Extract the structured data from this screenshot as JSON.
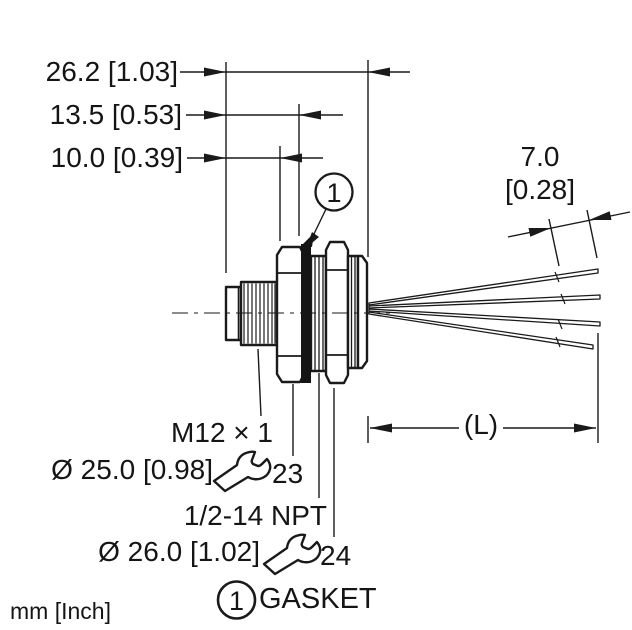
{
  "meta": {
    "background_color": "#ffffff",
    "line_color": "#1a1a1a",
    "units_note": "mm [Inch]"
  },
  "dimensions": {
    "overall_length": "26.2 [1.03]",
    "body_length": "13.5 [0.53]",
    "thread_length": "10.0 [0.39]",
    "wire_strip_length_mm": "7.0",
    "wire_strip_length_inch": "[0.28]",
    "lead_length": "(L)"
  },
  "annotations": {
    "thread_spec": "M12 × 1",
    "front_diameter": "Ø 25.0 [0.98]",
    "wrench_size_front": "23",
    "mounting_thread_spec": "1/2-14 NPT",
    "rear_diameter": "Ø 26.0 [1.02]",
    "wrench_size_rear": "24",
    "callout_number": "1"
  },
  "legend": {
    "item_number": "1",
    "item_label": "GASKET"
  },
  "icons": {
    "wrench_front": "wrench-icon",
    "wrench_rear": "wrench-icon",
    "callout_bubble": "circled-number-icon"
  }
}
